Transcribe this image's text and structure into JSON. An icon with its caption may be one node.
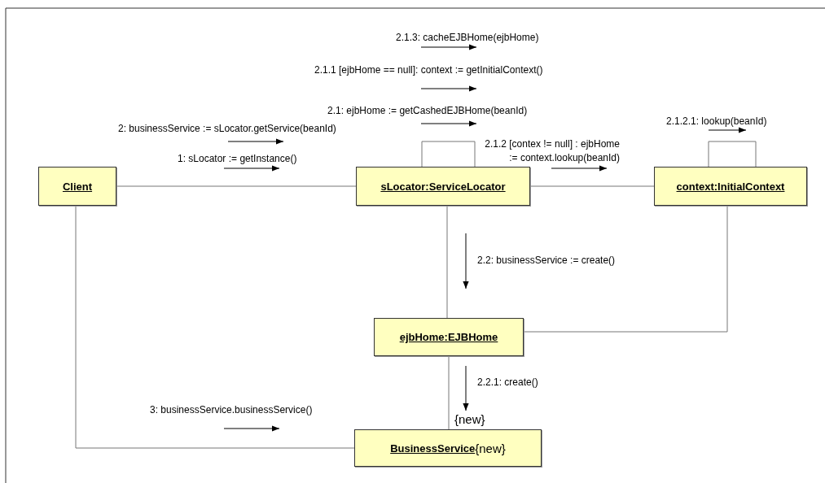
{
  "diagram": {
    "nodes": [
      {
        "text": [
          "Client"
        ]
      },
      {
        "text": [
          "sLocator:ServiceLocator"
        ]
      },
      {
        "text": [
          "context:InitialContext"
        ]
      },
      {
        "text": [
          "ejbHome:EJBHome"
        ]
      },
      {
        "text": [
          "BusinessService",
          "{new}"
        ],
        "beside": [
          "{new}"
        ]
      }
    ],
    "edges": [
      {
        "from": 0,
        "to": 1,
        "arrow": "none"
      },
      {
        "from": 1,
        "to": 2,
        "arrow": "none"
      },
      {
        "from": 1,
        "to": 1,
        "arrow": "none"
      },
      {
        "from": 2,
        "to": 2,
        "arrow": "none"
      },
      {
        "from": 1,
        "to": 3,
        "arrow": "none"
      },
      {
        "from": 2,
        "to": 3,
        "arrow": "none"
      },
      {
        "from": 3,
        "to": 4,
        "arrow": "none"
      },
      {
        "from": 0,
        "to": 4,
        "arrow": "none"
      }
    ],
    "labels": [
      "2.1.3: cacheEJBHome(ejbHome)",
      "2.1.1 [ejbHome == null]: context := getInitialContext()",
      "2.1: ejbHome := getCashedEJBHome(beanId)",
      "2: businessService := sLocator.getService(beanId)",
      "2.1.2.1: lookup(beanId)",
      "1: sLocator := getInstance()",
      "2.1.2 [contex != null] : ejbHome := context.lookup(beanId)",
      "2.2: businessService := create()",
      "2.2.1: create()",
      "3: businessService.businessService()"
    ]
  }
}
